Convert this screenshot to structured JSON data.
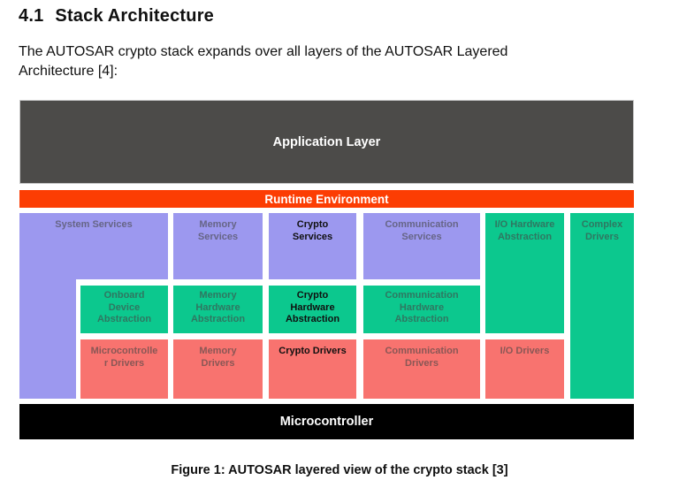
{
  "document": {
    "section_number": "4.1",
    "section_title": "Stack Architecture",
    "intro_text": "The AUTOSAR crypto stack expands over all layers of the AUTOSAR Layered\nArchitecture [4]:",
    "figure_caption": "Figure 1: AUTOSAR layered view of the crypto stack [3]"
  },
  "diagram": {
    "layers": {
      "application_layer": "Application Layer",
      "runtime_environment": "Runtime Environment",
      "microcontroller": "Microcontroller"
    },
    "blocks": {
      "system_services": "System Services",
      "memory_services": "Memory\nServices",
      "crypto_services": "Crypto\nServices",
      "communication_services": "Communication\nServices",
      "io_hardware_abstraction": "I/O Hardware\nAbstraction",
      "complex_drivers": "Complex\nDrivers",
      "onboard_device_abstraction": "Onboard\nDevice\nAbstraction",
      "memory_hardware_abstraction": "Memory\nHardware\nAbstraction",
      "crypto_hardware_abstraction": "Crypto\nHardware\nAbstraction",
      "communication_hardware_abstraction": "Communication\nHardware\nAbstraction",
      "microcontroller_drivers": "Microcontrolle\nr Drivers",
      "memory_drivers": "Memory\nDrivers",
      "crypto_drivers": "Crypto Drivers",
      "communication_drivers": "Communication\nDrivers",
      "io_drivers": "I/O Drivers"
    },
    "colors": {
      "application_layer_bg": "#4c4b49",
      "runtime_environment_bg": "#fc3d03",
      "services_purple": "#9c98ef",
      "abstraction_green": "#0cc88e",
      "drivers_red": "#f8736f",
      "microcontroller_bg": "#000000",
      "muted_label": "#77777f",
      "highlight_label": "#101010",
      "layer_text": "#ffffff"
    }
  }
}
